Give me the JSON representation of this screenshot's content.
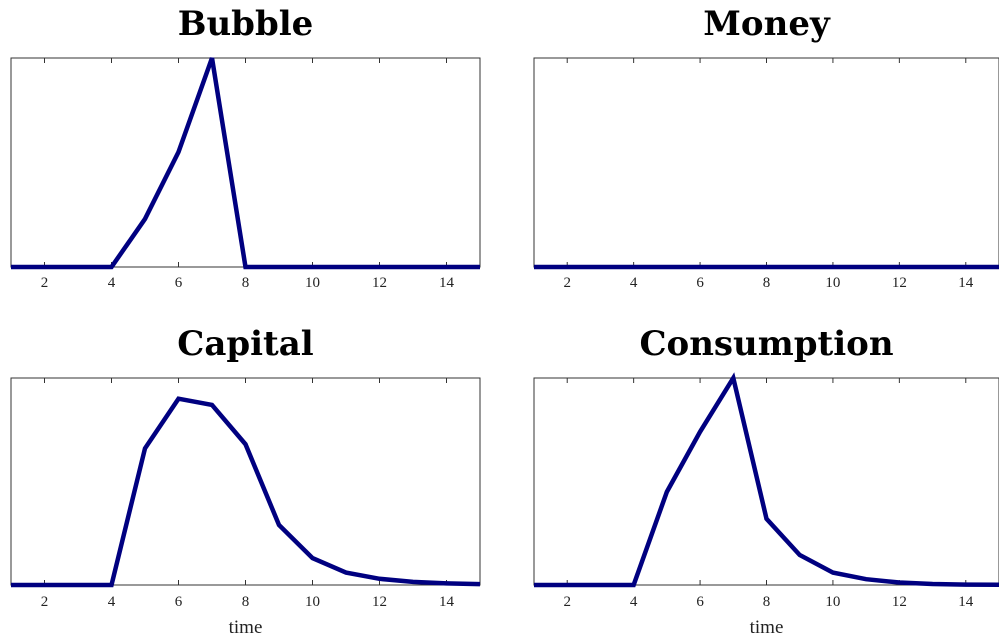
{
  "colors": {
    "series": "#000080"
  },
  "chart_data": [
    {
      "type": "line",
      "title": "Bubble",
      "xlabel": "",
      "ylabel": "",
      "xlim": [
        1,
        15
      ],
      "ylim": [
        0,
        1
      ],
      "xticks": [
        2,
        4,
        6,
        8,
        10,
        12,
        14
      ],
      "x": [
        1,
        2,
        3,
        4,
        5,
        6,
        7,
        8,
        9,
        10,
        11,
        12,
        13,
        14,
        15
      ],
      "series": [
        {
          "values": [
            0,
            0,
            0,
            0,
            0.23,
            0.55,
            1.0,
            0,
            0,
            0,
            0,
            0,
            0,
            0,
            0
          ]
        }
      ]
    },
    {
      "type": "line",
      "title": "Money",
      "xlabel": "",
      "ylabel": "",
      "xlim": [
        1,
        15
      ],
      "ylim": [
        0,
        1
      ],
      "xticks": [
        2,
        4,
        6,
        8,
        10,
        12,
        14
      ],
      "x": [
        1,
        2,
        3,
        4,
        5,
        6,
        7,
        8,
        9,
        10,
        11,
        12,
        13,
        14,
        15
      ],
      "series": [
        {
          "values": [
            0,
            0,
            0,
            0,
            0,
            0,
            0,
            0,
            0,
            0,
            0,
            0,
            0,
            0,
            0
          ]
        }
      ]
    },
    {
      "type": "line",
      "title": "Capital",
      "xlabel": "time",
      "ylabel": "",
      "xlim": [
        1,
        15
      ],
      "ylim": [
        0,
        1
      ],
      "xticks": [
        2,
        4,
        6,
        8,
        10,
        12,
        14
      ],
      "x": [
        1,
        2,
        3,
        4,
        5,
        6,
        7,
        8,
        9,
        10,
        11,
        12,
        13,
        14,
        15
      ],
      "series": [
        {
          "values": [
            0,
            0,
            0,
            0,
            0.66,
            0.9,
            0.87,
            0.68,
            0.29,
            0.13,
            0.06,
            0.03,
            0.015,
            0.008,
            0.004
          ]
        }
      ]
    },
    {
      "type": "line",
      "title": "Consumption",
      "xlabel": "time",
      "ylabel": "",
      "xlim": [
        1,
        15
      ],
      "ylim": [
        0,
        1
      ],
      "xticks": [
        2,
        4,
        6,
        8,
        10,
        12,
        14
      ],
      "x": [
        1,
        2,
        3,
        4,
        5,
        6,
        7,
        8,
        9,
        10,
        11,
        12,
        13,
        14,
        15
      ],
      "series": [
        {
          "values": [
            0,
            0,
            0,
            0,
            0.45,
            0.74,
            1.0,
            0.32,
            0.145,
            0.06,
            0.028,
            0.012,
            0.005,
            0.002,
            0.001
          ]
        }
      ]
    }
  ]
}
